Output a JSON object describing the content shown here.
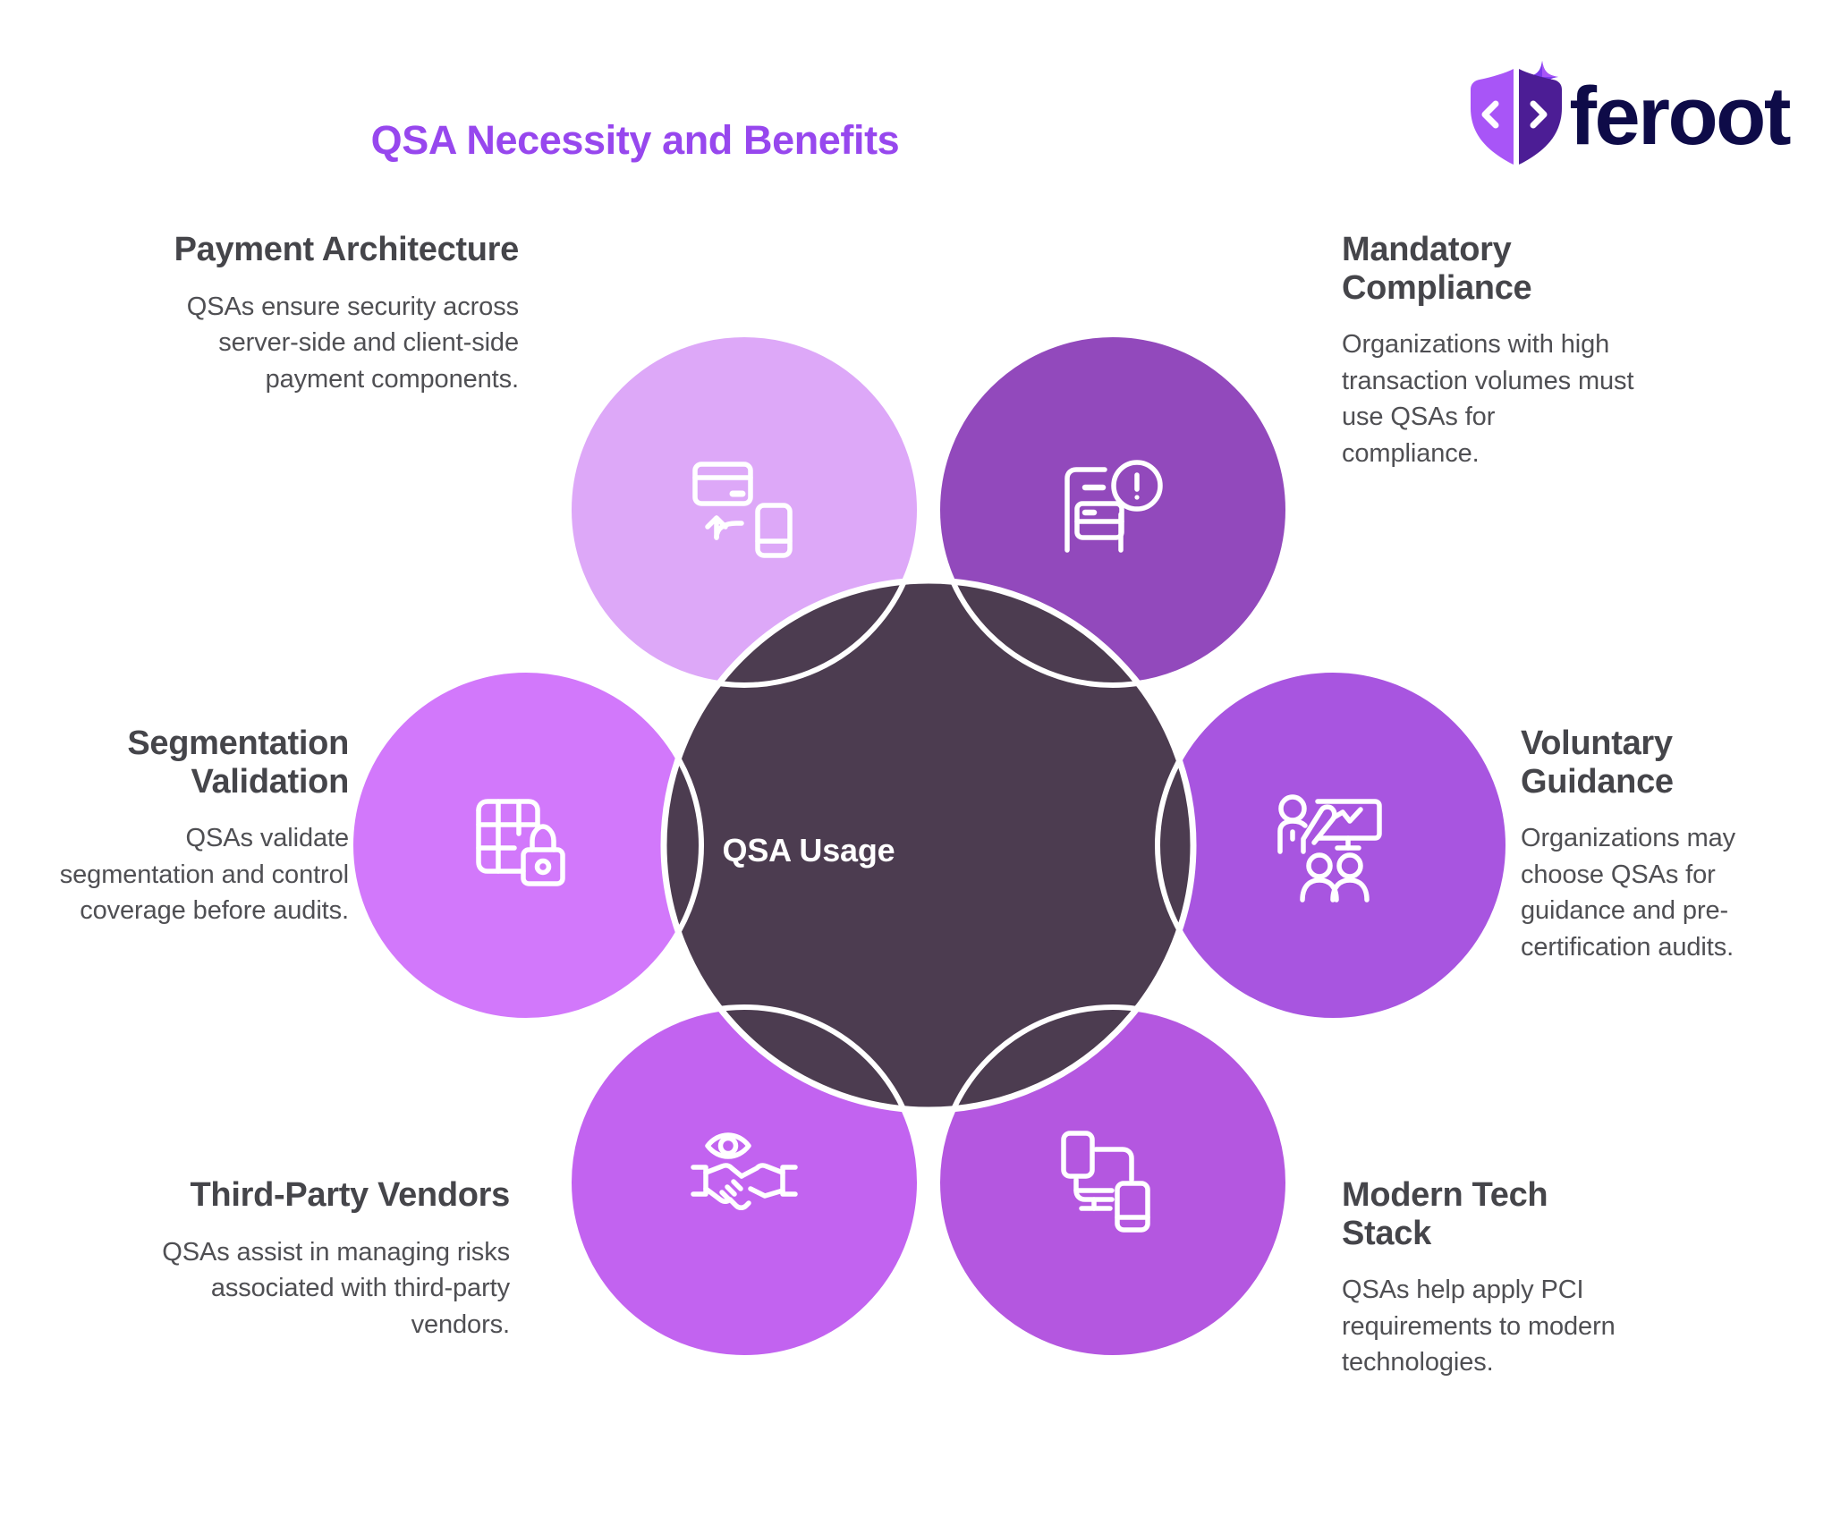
{
  "page": {
    "title": "QSA Necessity and Benefits",
    "title_color": "#9747EE",
    "background": "#FFFFFF"
  },
  "logo": {
    "wordmark": "feroot",
    "wordmark_color": "#0E0B48",
    "mark_light": "#A855F7",
    "mark_dark": "#4C1D95",
    "icon": "feroot-shield-code-logo"
  },
  "center": {
    "label": "QSA Usage",
    "fill": "#4C3C50",
    "text_color": "#FFFFFF"
  },
  "petals": [
    {
      "id": "payment-architecture",
      "title": "Payment Architecture",
      "body": "QSAs ensure security across server-side and client-side payment components.",
      "color": "#DDA8F8",
      "icon": "credit-card-mobile-transfer-icon",
      "side": "left"
    },
    {
      "id": "mandatory-compliance",
      "title": "Mandatory Compliance",
      "body": "Organizations with high transaction volumes must use QSAs for compliance.",
      "color": "#9249BC",
      "icon": "card-alert-document-icon",
      "side": "right"
    },
    {
      "id": "segmentation-validation",
      "title": "Segmentation Validation",
      "body": "QSAs validate segmentation and control coverage before audits.",
      "color": "#D278FB",
      "icon": "grid-lock-icon",
      "side": "left"
    },
    {
      "id": "voluntary-guidance",
      "title": "Voluntary Guidance",
      "body": "Organizations may choose QSAs for guidance and pre-certification audits.",
      "color": "#A855E0",
      "icon": "presentation-training-icon",
      "side": "right"
    },
    {
      "id": "third-party-vendors",
      "title": "Third-Party Vendors",
      "body": "QSAs assist in managing risks associated with third-party vendors.",
      "color": "#C263F0",
      "icon": "eye-handshake-icon",
      "side": "left"
    },
    {
      "id": "modern-tech-stack",
      "title": "Modern Tech Stack",
      "body": "QSAs help apply PCI requirements to modern technologies.",
      "color": "#B457E0",
      "icon": "connected-devices-icon",
      "side": "right"
    }
  ]
}
